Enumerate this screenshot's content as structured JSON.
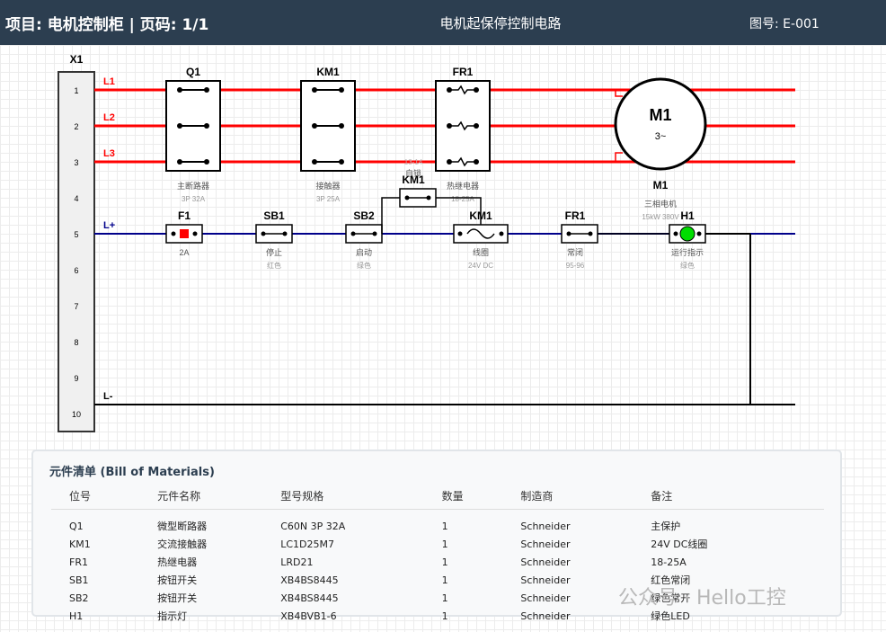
{
  "header": {
    "project": "项目: 电机控制柜 | 页码: 1/1",
    "title": "电机起保停控制电路",
    "drawing_no": "图号: E-001"
  },
  "terminal": {
    "name": "X1",
    "numbers": [
      "1",
      "2",
      "3",
      "4",
      "5",
      "6",
      "7",
      "8",
      "9",
      "10"
    ]
  },
  "lines": {
    "l1": "L1",
    "l2": "L2",
    "l3": "L3",
    "lplus": "L+",
    "lminus": "L-"
  },
  "colors": {
    "power": "#ff0000",
    "control": "#00008b",
    "neutral": "#000000",
    "lamp": "#00dd00",
    "fuse": "#ff0000"
  },
  "q1": {
    "tag": "Q1",
    "desc": "主断路器",
    "spec": "3P 32A"
  },
  "km1_main": {
    "tag": "KM1",
    "desc": "接触器",
    "spec": "3P 25A"
  },
  "fr1_main": {
    "tag": "FR1",
    "desc": "热继电器",
    "spec": "18-25A"
  },
  "m1": {
    "symbol": "M1",
    "phase": "3~",
    "tag": "M1",
    "desc": "三相电机",
    "spec": "15kW 380V"
  },
  "f1": {
    "tag": "F1",
    "spec": "2A"
  },
  "sb1": {
    "tag": "SB1",
    "desc": "停止",
    "spec": "红色"
  },
  "sb2": {
    "tag": "SB2",
    "desc": "启动",
    "spec": "绿色"
  },
  "km1_aux": {
    "tag": "KM1",
    "desc": "自锁",
    "spec": "13-14"
  },
  "km1_coil": {
    "tag": "KM1",
    "desc": "线圈",
    "spec": "24V DC"
  },
  "fr1_aux": {
    "tag": "FR1",
    "desc": "常闭",
    "spec": "95-96"
  },
  "h1": {
    "tag": "H1",
    "desc": "运行指示",
    "spec": "绿色"
  },
  "bom": {
    "title": "元件清单 (Bill of Materials)",
    "headers": [
      "位号",
      "元件名称",
      "型号规格",
      "数量",
      "制造商",
      "备注"
    ],
    "rows": [
      [
        "Q1",
        "微型断路器",
        "C60N 3P 32A",
        "1",
        "Schneider",
        "主保护"
      ],
      [
        "KM1",
        "交流接触器",
        "LC1D25M7",
        "1",
        "Schneider",
        "24V DC线圈"
      ],
      [
        "FR1",
        "热继电器",
        "LRD21",
        "1",
        "Schneider",
        "18-25A"
      ],
      [
        "SB1",
        "按钮开关",
        "XB4BS8445",
        "1",
        "Schneider",
        "红色常闭"
      ],
      [
        "SB2",
        "按钮开关",
        "XB4BS8445",
        "1",
        "Schneider",
        "绿色常开"
      ],
      [
        "H1",
        "指示灯",
        "XB4BVB1-6",
        "1",
        "Schneider",
        "绿色LED"
      ]
    ]
  },
  "watermark": "公众号 · Hello工控"
}
